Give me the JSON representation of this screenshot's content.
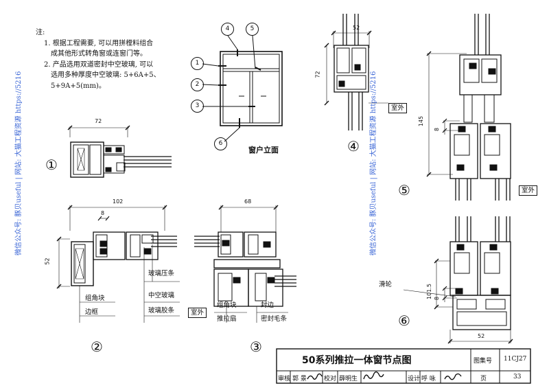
{
  "watermark": {
    "left": "微信公众号: 豚贝useful | 网站: 大猫工程资源 https://5216",
    "right": "微信公众号: 豚贝useful | 网站: 大猫工程资源 https://5216"
  },
  "notes": {
    "heading": "注:",
    "line1": "1. 根据工程需要, 可以用拼樘料组合",
    "line2": "成其他形式转角窗或连窗门等。",
    "line3": "2. 产品选用双道密封中空玻璃, 可以",
    "line4": "选用多种厚度中空玻璃: 5+6A+5、",
    "line5": "5+9A+5(mm)。"
  },
  "elevation": {
    "caption": "窗户立面",
    "markers": [
      "1",
      "2",
      "3",
      "4",
      "5",
      "6"
    ]
  },
  "details": {
    "d1": {
      "number": "①",
      "dim_width": "72"
    },
    "d2": {
      "number": "②",
      "dim_width": "102",
      "dim_small": "8",
      "dim_height": "52",
      "labels": {
        "glass_bead": "玻璃压条",
        "insulated_glass": "中空玻璃",
        "glass_gasket": "玻璃胶条",
        "corner_block": "组角块",
        "side_frame": "边框"
      }
    },
    "d3": {
      "number": "③",
      "dim_width": "68",
      "labels": {
        "outdoor": "室外",
        "corner_block": "组角块",
        "sliding_sash": "推拉扇",
        "edge_seal": "封边",
        "weather_strip": "密封毛条"
      }
    },
    "d4": {
      "number": "④",
      "dim_width": "52",
      "dim_height": "72",
      "outdoor": "室外"
    },
    "d5": {
      "number": "⑤",
      "dim_height": "145",
      "dim_small": "8",
      "outdoor": "室外"
    },
    "d6": {
      "number": "⑥",
      "dim_height": "101.5",
      "dim_small": "8",
      "dim_width": "52",
      "roller": "滑轮"
    }
  },
  "title_block": {
    "title": "50系列推拉一体窗节点图",
    "atlas_label": "图集号",
    "atlas_no": "11CJ27",
    "review_label": "审核",
    "reviewer": "郭 景",
    "check_label": "校对",
    "checker": "薛明生",
    "design_label": "设计",
    "designer": "呼 咏",
    "page_label": "页",
    "page_no": "33"
  },
  "colors": {
    "line": "#111111",
    "watermark": "#3b66d6"
  }
}
